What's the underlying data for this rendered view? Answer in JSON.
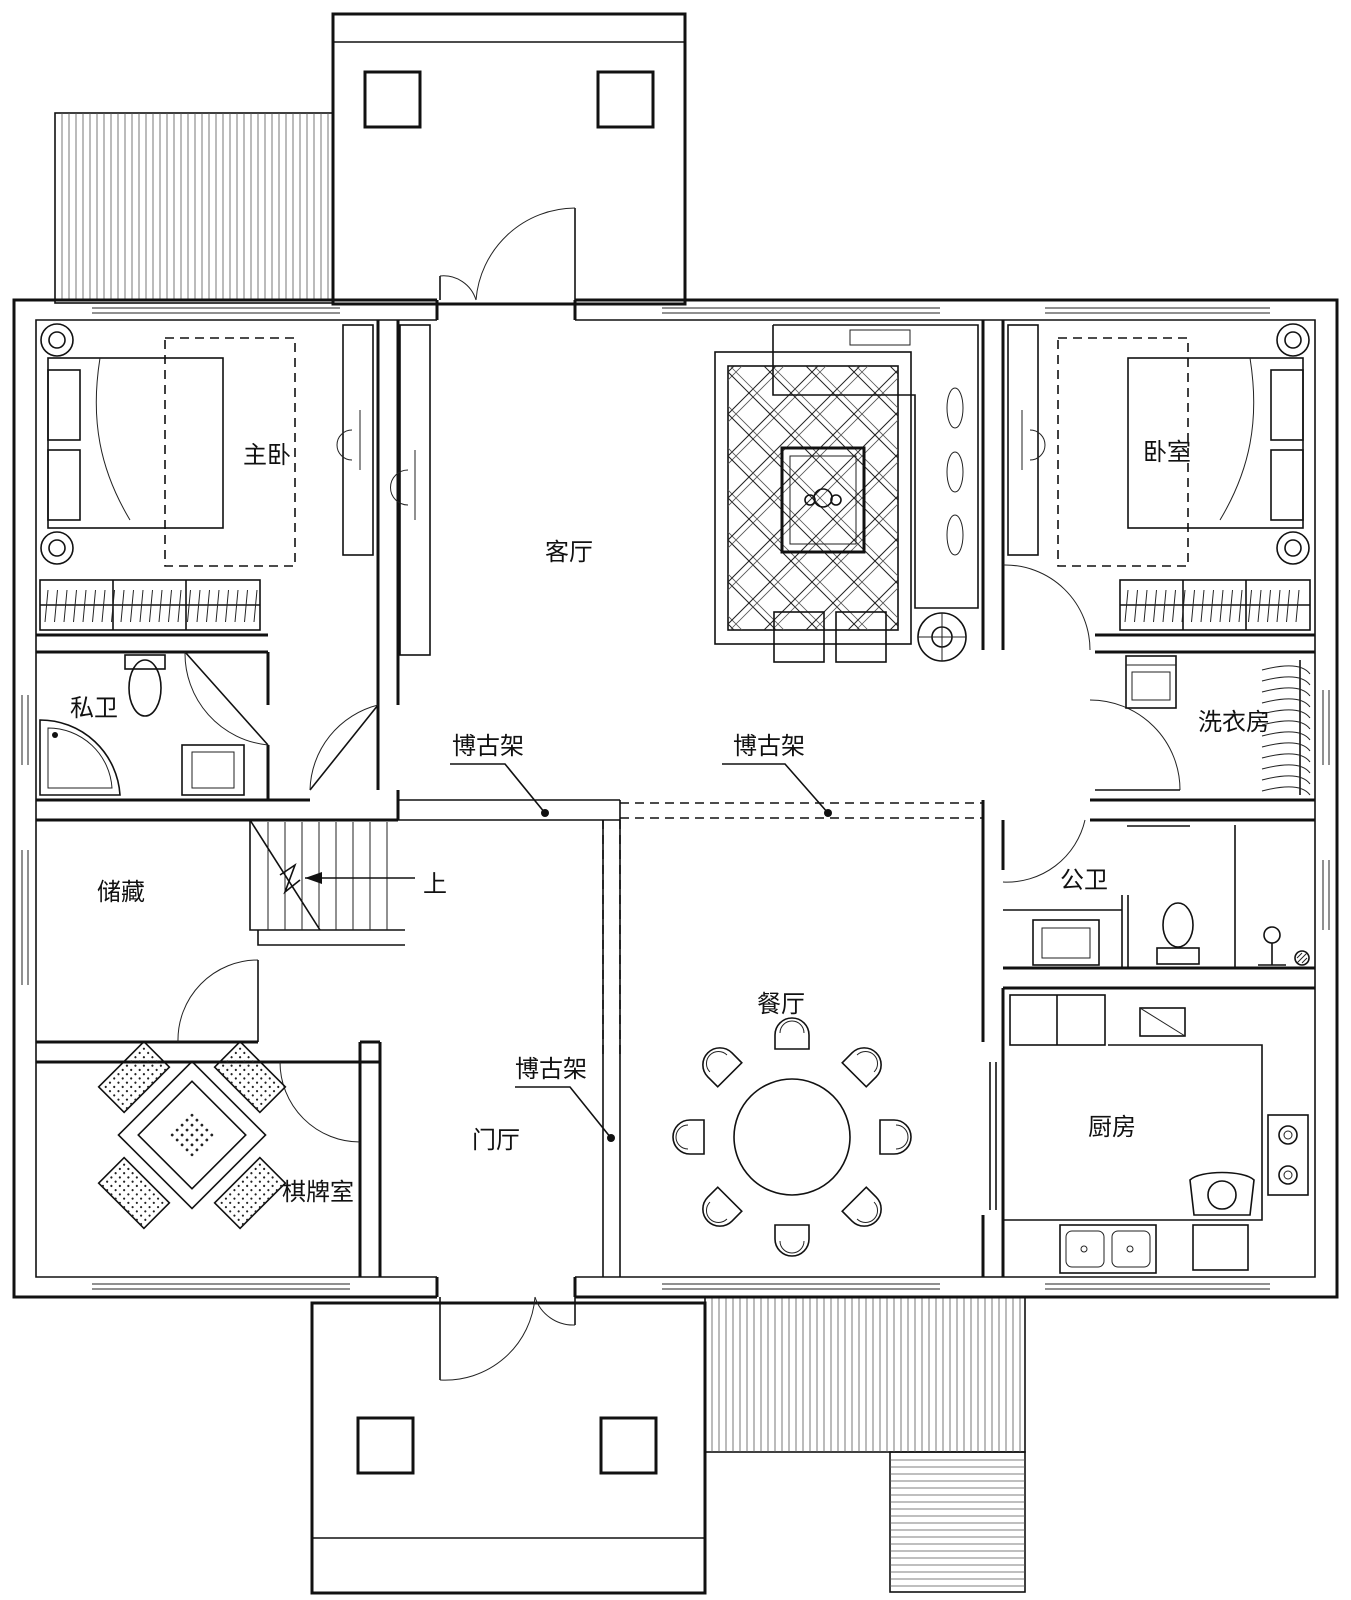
{
  "rooms": {
    "living": "客厅",
    "master_bedroom": "主卧",
    "bedroom": "卧室",
    "private_bath": "私卫",
    "laundry": "洗衣房",
    "storage": "储藏",
    "public_bath": "公卫",
    "dining": "餐厅",
    "kitchen": "厨房",
    "foyer": "门厅",
    "card_room": "棋牌室"
  },
  "labels": {
    "shelf_a": "博古架",
    "shelf_b": "博古架",
    "shelf_c": "博古架",
    "stair_up": "上"
  },
  "colors": {
    "line": "#111111",
    "background": "#ffffff"
  }
}
